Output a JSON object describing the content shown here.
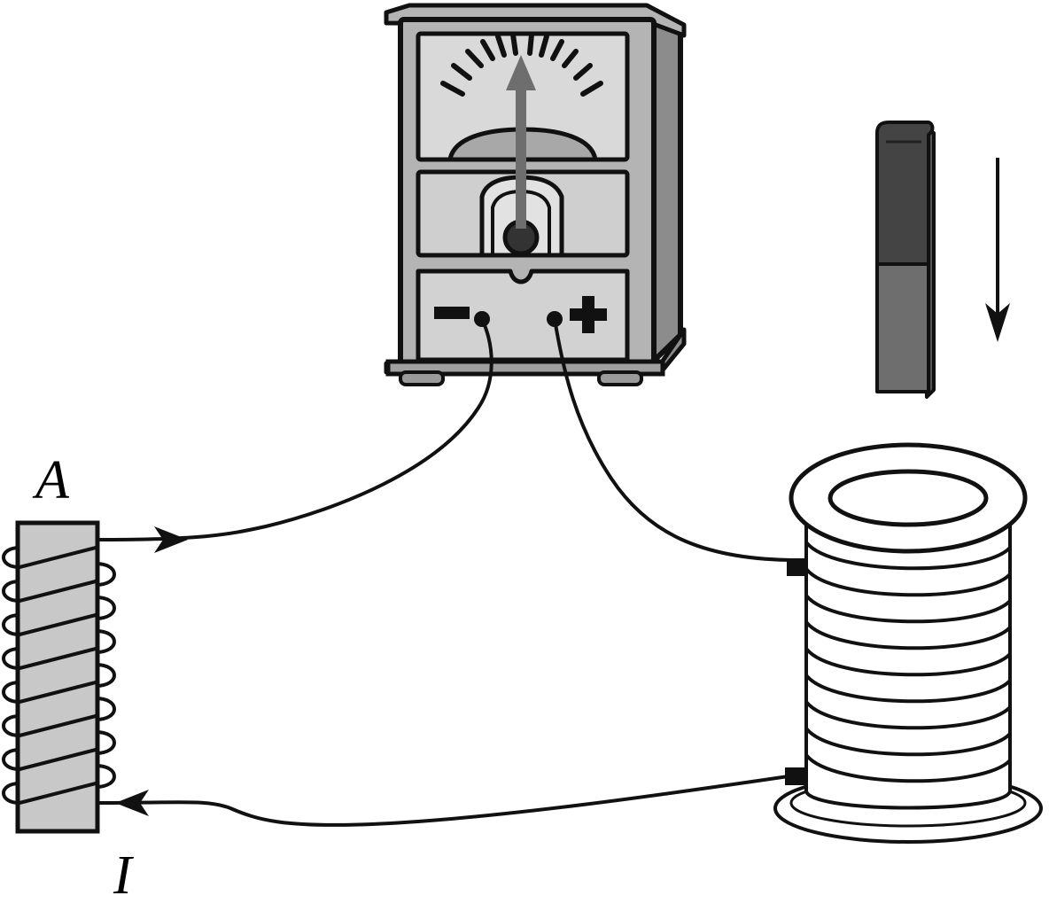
{
  "labels": {
    "core_letter": "A",
    "current_letter": "I"
  },
  "galvanometer": {
    "minus_sign": "−",
    "plus_sign": "+",
    "needle_position": "center"
  },
  "magnet": {
    "motion": "downward"
  },
  "colors": {
    "stroke": "#111111",
    "meter_body": "#b4b4b4",
    "meter_face": "#d9d9d9",
    "meter_side": "#8c8c8c",
    "needle": "#6e6e6e",
    "magnet_top": "#444444",
    "magnet_bottom": "#6e6e6e",
    "core": "#c8c8c8"
  }
}
